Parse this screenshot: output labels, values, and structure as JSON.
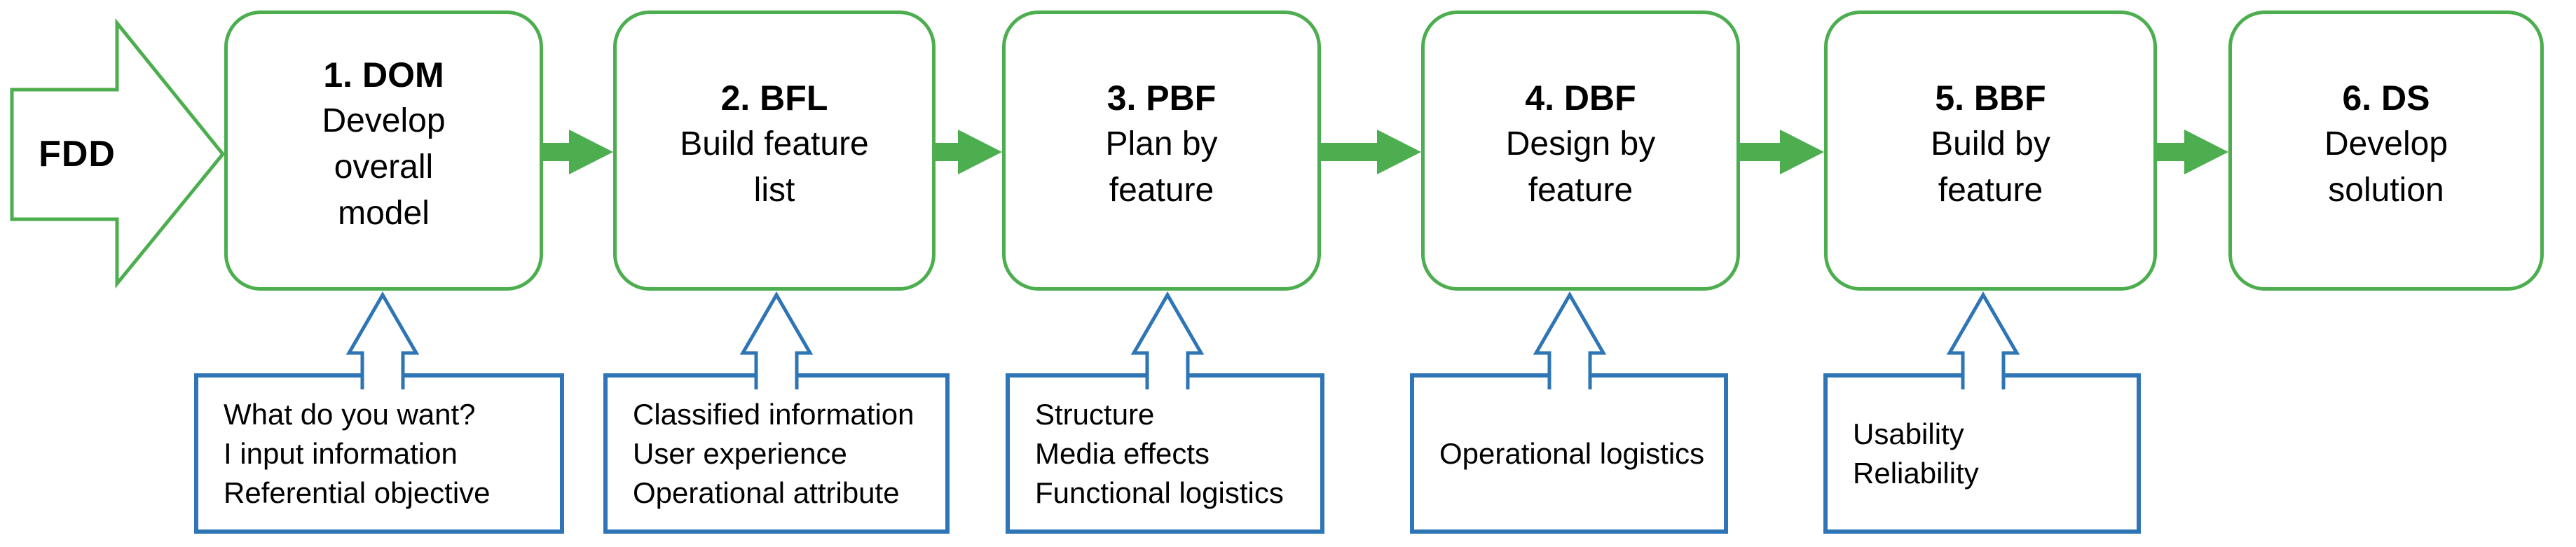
{
  "colors": {
    "green": "#4cae4f",
    "blue": "#2e75b6",
    "text": "#000000",
    "background": "#ffffff"
  },
  "start": {
    "label": "FDD"
  },
  "stages": [
    {
      "title": "1. DOM",
      "description": "Develop\noverall\nmodel"
    },
    {
      "title": "2. BFL",
      "description": "Build feature\nlist"
    },
    {
      "title": "3. PBF",
      "description": "Plan by\nfeature"
    },
    {
      "title": "4. DBF",
      "description": "Design by\nfeature"
    },
    {
      "title": "5. BBF",
      "description": "Build by\nfeature"
    },
    {
      "title": "6. DS",
      "description": "Develop\nsolution"
    }
  ],
  "notes": [
    {
      "text": "What do you want?\nI input information\nReferential objective"
    },
    {
      "text": "Classified information\nUser experience\nOperational attribute"
    },
    {
      "text": "Structure\nMedia effects\nFunctional logistics"
    },
    {
      "text": "Operational logistics"
    },
    {
      "text": "Usability\nReliability"
    }
  ]
}
